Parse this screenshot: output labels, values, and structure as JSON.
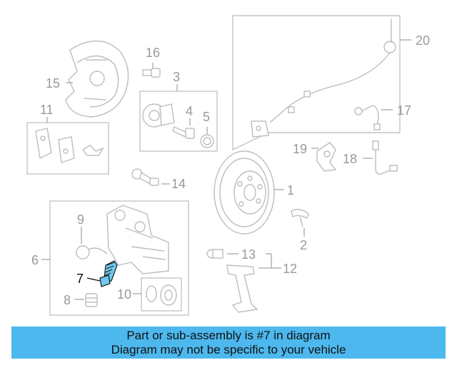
{
  "labels": {
    "l1": "1",
    "l2": "2",
    "l3": "3",
    "l4": "4",
    "l5": "5",
    "l6": "6",
    "l7": "7",
    "l8": "8",
    "l9": "9",
    "l10": "10",
    "l11": "11",
    "l12": "12",
    "l13": "13",
    "l14": "14",
    "l15": "15",
    "l16": "16",
    "l17": "17",
    "l18": "18",
    "l19": "19",
    "l20": "20"
  },
  "highlighted_part": "7",
  "colors": {
    "highlight": "#6ec8ef",
    "banner": "#4db8ee",
    "lines": "#bdbdbd"
  },
  "banner": {
    "line1": "Part or sub-assembly is #7 in diagram",
    "line2": "Diagram may not be specific to your vehicle"
  }
}
